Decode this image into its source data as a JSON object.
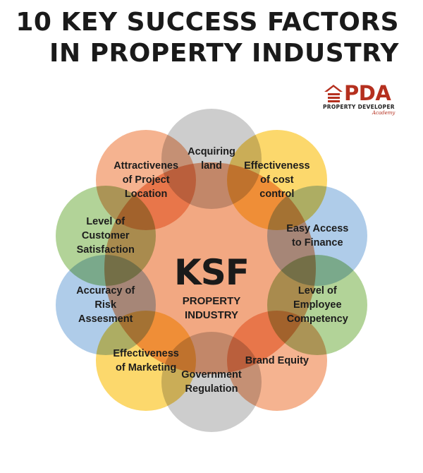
{
  "title": {
    "line1": "10 KEY SUCCESS FACTORS",
    "line2": "IN PROPERTY INDUSTRY"
  },
  "logo": {
    "name": "PDA",
    "subtitle": "PROPERTY DEVELOPER",
    "script": "Academy",
    "color": "#b5301f"
  },
  "center": {
    "title": "KSF",
    "subtitle_line1": "PROPERTY",
    "subtitle_line2": "INDUSTRY",
    "color": "#f2a882"
  },
  "factors": [
    {
      "lines": [
        "Acquiring",
        "land"
      ],
      "color": "#c9c9c9"
    },
    {
      "lines": [
        "Effectiveness",
        "of cost",
        "control"
      ],
      "color": "#fcd55f"
    },
    {
      "lines": [
        "Easy Access",
        "to Finance"
      ],
      "color": "#a8c8e8"
    },
    {
      "lines": [
        "Level of",
        "Employee",
        "Competency"
      ],
      "color": "#acd08f"
    },
    {
      "lines": [
        "Brand Equity"
      ],
      "color": "#f5ad86"
    },
    {
      "lines": [
        "Government",
        "Regulation"
      ],
      "color": "#c9c9c9"
    },
    {
      "lines": [
        "Effectiveness",
        "of Marketing"
      ],
      "color": "#fcd55f"
    },
    {
      "lines": [
        "Accuracy of",
        "Risk",
        "Assesment"
      ],
      "color": "#a8c8e8"
    },
    {
      "lines": [
        "Level of",
        "Customer",
        "Satisfaction"
      ],
      "color": "#acd08f"
    },
    {
      "lines": [
        "Attractivenes",
        "of Project",
        "Location"
      ],
      "color": "#f5ad86"
    }
  ]
}
